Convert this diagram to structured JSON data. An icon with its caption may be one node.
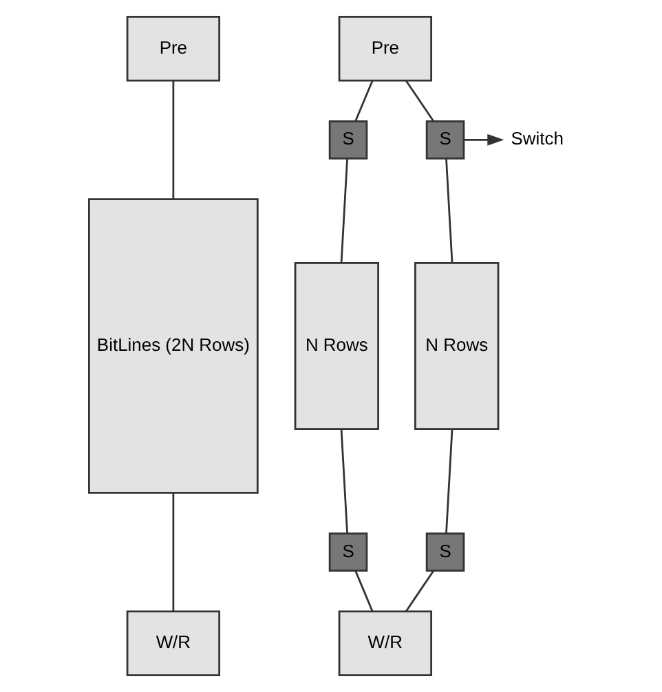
{
  "diagram": {
    "nodes": [
      {
        "text": [
          "Pre"
        ]
      },
      {
        "text": [
          "BitLines (2N Rows)"
        ]
      },
      {
        "text": [
          "W/R"
        ]
      },
      {
        "text": [
          "Pre"
        ]
      },
      {
        "text": [
          "S"
        ]
      },
      {
        "text": [
          "S"
        ]
      },
      {
        "text": [
          "N Rows"
        ]
      },
      {
        "text": [
          "N Rows"
        ]
      },
      {
        "text": [
          "S"
        ]
      },
      {
        "text": [
          "S"
        ]
      },
      {
        "text": [
          "W/R"
        ]
      },
      {
        "text": [
          "Switch"
        ]
      }
    ],
    "edges": [
      {
        "from": 0,
        "to": 1,
        "arrow": "none"
      },
      {
        "from": 1,
        "to": 2,
        "arrow": "none"
      },
      {
        "from": 3,
        "to": 4,
        "arrow": "none"
      },
      {
        "from": 3,
        "to": 5,
        "arrow": "none"
      },
      {
        "from": 4,
        "to": 6,
        "arrow": "none"
      },
      {
        "from": 5,
        "to": 7,
        "arrow": "none"
      },
      {
        "from": 6,
        "to": 8,
        "arrow": "none"
      },
      {
        "from": 7,
        "to": 9,
        "arrow": "none"
      },
      {
        "from": 8,
        "to": 10,
        "arrow": "none"
      },
      {
        "from": 9,
        "to": 10,
        "arrow": "none"
      },
      {
        "from": 5,
        "to": 11,
        "arrow": "to"
      }
    ]
  }
}
